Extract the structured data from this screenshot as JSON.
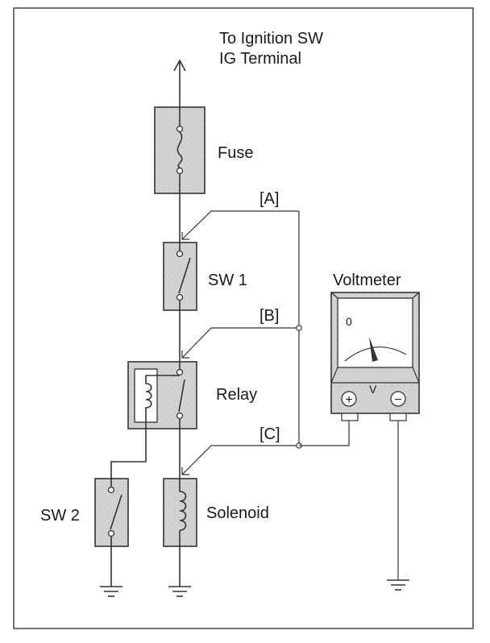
{
  "labels": {
    "destination_line1": "To Ignition SW",
    "destination_line2": "IG Terminal",
    "fuse": "Fuse",
    "sw1": "SW 1",
    "relay": "Relay",
    "solenoid": "Solenoid",
    "sw2": "SW 2",
    "voltmeter": "Voltmeter"
  },
  "probe_points": {
    "a": "[A]",
    "b": "[B]",
    "c": "[C]"
  },
  "meter": {
    "zero": "0",
    "unit": "V",
    "plus": "+",
    "minus": "−"
  },
  "colors": {
    "background": "#ffffff",
    "frame": "#444444",
    "component_fill": "#d9d9d9",
    "wire": "#333333",
    "meter_face": "#fdfdfd"
  }
}
